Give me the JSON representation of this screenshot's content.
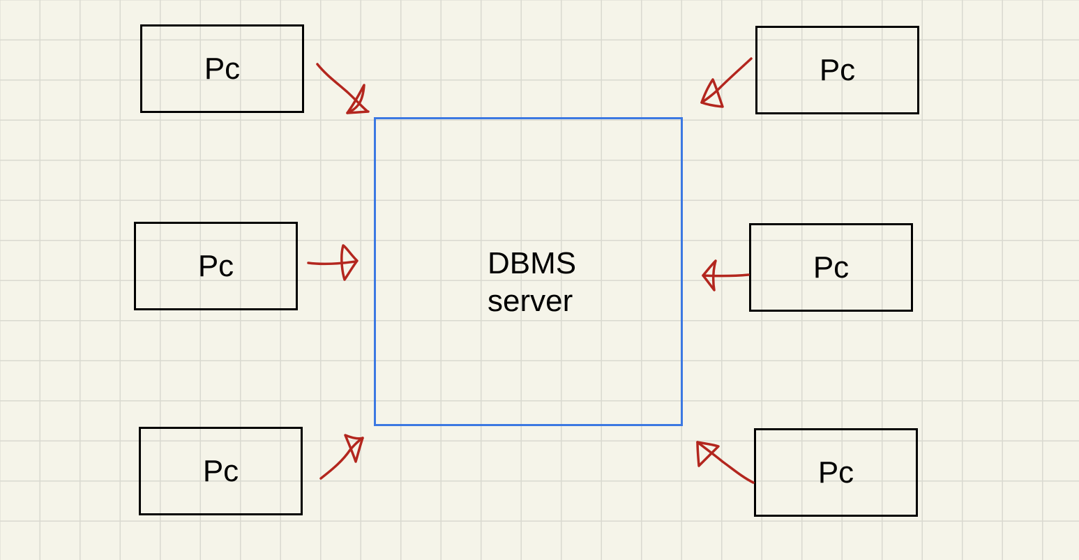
{
  "diagram": {
    "server": {
      "line1": "DBMS",
      "line2": "server",
      "border_color": "#3b78e2"
    },
    "clients": [
      {
        "label": "Pc",
        "side": "left",
        "row": "top"
      },
      {
        "label": "Pc",
        "side": "left",
        "row": "middle"
      },
      {
        "label": "Pc",
        "side": "left",
        "row": "bottom"
      },
      {
        "label": "Pc",
        "side": "right",
        "row": "top"
      },
      {
        "label": "Pc",
        "side": "right",
        "row": "middle"
      },
      {
        "label": "Pc",
        "side": "right",
        "row": "bottom"
      }
    ],
    "arrow_color": "#b3261e",
    "background": "grid-paper"
  }
}
